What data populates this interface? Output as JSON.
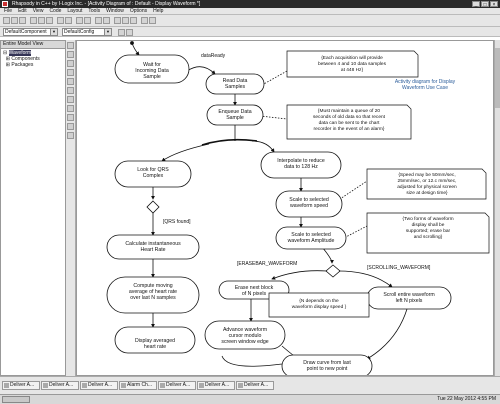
{
  "window": {
    "title": "Rhapsody in C++ by I-Logix Inc. - [Activity Diagram of : Default - Display Waveform *]"
  },
  "menu": [
    "File",
    "Edit",
    "View",
    "Code",
    "Layout",
    "Tools",
    "Window",
    "Options",
    "Help"
  ],
  "combos": {
    "component": "DefaultComponent",
    "config": "DefaultConfig"
  },
  "browser": {
    "header": "Entire Model View",
    "tree": [
      "Waveform",
      "Components",
      "Packages"
    ]
  },
  "diagram": {
    "note": "Activity diagram for Display Waveform Use Case",
    "states": {
      "wait": "Wait for Incoming Data Sample",
      "read": "Read Data Samples",
      "enqueue": "Enqueue Data Sample",
      "interp": "Interpolate to reduce data to 128 Hz",
      "qrs": "Look for QRS Complex",
      "scale_speed": "Scale to selected waveform speed",
      "scale_amp": "Scale to selected waveform Amplitude",
      "calc_hr": "Calculate instantaneous Heart Rate",
      "moving_avg": "Compute moving average of heart rate over last N samples",
      "display_hr": "Display averaged heart rate",
      "erase": "Erase next block of N pixels",
      "advance": "Advance waveform cursor modulo screen window edge",
      "scroll": "Scroll entire waveform left N pixels",
      "draw": "Draw curve from last point to new point"
    },
    "comments": {
      "c1": "{Each acquisition will provide between 4 and 10 data samples at 448 Hz}",
      "c2": "{Must maintain a queue of 20 seconds of old data so that recent data can be sent to the chart recorder in the event of an alarm}",
      "c3": "{Speed may be 50mm/sec, 25mm/sec, or 12.c mm/sec, adjusted for physical screen size at design time}",
      "c4": "{Two forms of waveform display shall be supported; erase bar and scrolling}",
      "c5": "{N depends on the waveform display speed }"
    },
    "labels": {
      "data_ready": "dataReady",
      "qrs_found": "[QRS found]",
      "erasebar": "[ERASEBAR_WAVEFORM",
      "scrolling": "[SCROLLING_WAVEFORM]"
    }
  },
  "tabs": [
    "Deliver A...",
    "Deliver A...",
    "Deliver A...",
    "Alarm Ch...",
    "Deliver A...",
    "Deliver A...",
    "Deliver A..."
  ],
  "status": {
    "clock": "Tue 22 May 2012 4:55 PM"
  }
}
